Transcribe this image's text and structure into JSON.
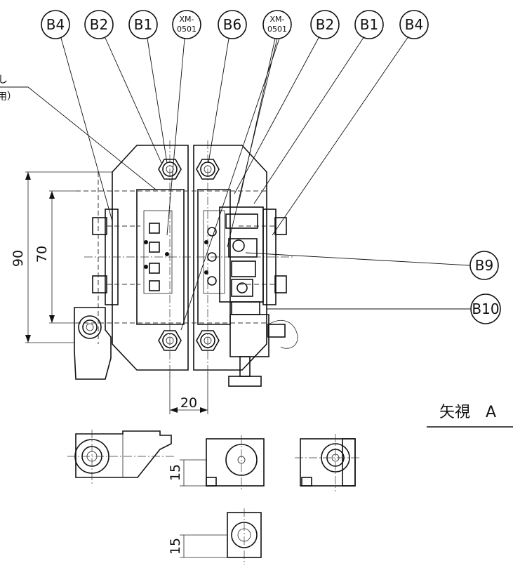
{
  "balloons_top": [
    {
      "label": "B4"
    },
    {
      "label": "B2"
    },
    {
      "label": "B1"
    },
    {
      "line1": "XM-",
      "line2": "0501"
    },
    {
      "label": "B6"
    },
    {
      "line1": "XM-",
      "line2": "0501"
    },
    {
      "label": "B2"
    },
    {
      "label": "B1"
    },
    {
      "label": "B4"
    }
  ],
  "balloons_side": [
    {
      "label": "B9"
    },
    {
      "label": "B10"
    }
  ],
  "note_fragment": {
    "line1": "し",
    "line2": "用）"
  },
  "dimensions": {
    "height_outer": "90",
    "height_inner": "70",
    "width_gap": "20",
    "sub_a": "15",
    "sub_b": "15"
  },
  "view_label": "矢視　A"
}
